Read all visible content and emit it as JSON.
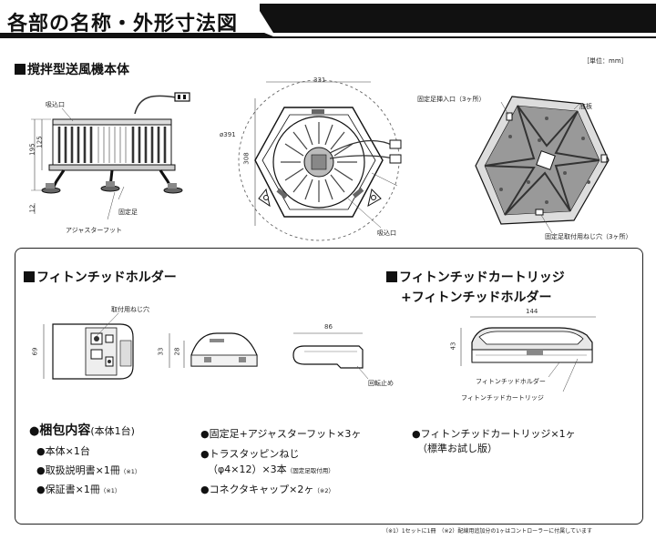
{
  "header": {
    "title": "各部の名称・外形寸法図"
  },
  "unit_note": "［単位：mm］",
  "section1": {
    "title": "撹拌型送風機本体"
  },
  "side_view": {
    "labels": {
      "intake": "吸込口",
      "fixed_leg": "固定足",
      "adjuster_foot": "アジャスターフット"
    },
    "dims": {
      "h195": "195",
      "h125": "125",
      "h12": "12"
    }
  },
  "top_view": {
    "labels": {
      "intake": "吸込口"
    },
    "dims": {
      "w331": "331",
      "h308": "308",
      "dia": "ø391"
    }
  },
  "bottom_view": {
    "labels": {
      "leg_hole": "固定足挿入口（3ヶ所）",
      "base": "底板",
      "screw_hole": "固定足取付用ねじ穴（3ヶ所）"
    }
  },
  "section2": {
    "left_title": "フィトンチッドホルダー",
    "right_title_1": "フィトンチッドカートリッジ",
    "right_title_2": "+フィトンチッドホルダー",
    "holder_front": {
      "label": "取付用ねじ穴",
      "dim": "69"
    },
    "holder_side": {
      "dim_a": "33",
      "dim_b": "28"
    },
    "holder_profile": {
      "dim": "86",
      "label": "回転止め"
    },
    "combo": {
      "dim_w": "144",
      "dim_h": "43",
      "label_holder": "フィトンチッドホルダー",
      "label_cartridge": "フィトンチッドカートリッジ"
    }
  },
  "package": {
    "title": "梱包内容",
    "title_note": "(本体1台)",
    "items": [
      {
        "text": "本体×1台",
        "note": ""
      },
      {
        "text": "取扱説明書×1冊",
        "note": "（※1）"
      },
      {
        "text": "保証書×1冊",
        "note": "（※1）"
      },
      {
        "text": "固定足+アジャスターフット×3ヶ",
        "note": ""
      },
      {
        "text": "トラスタッピンねじ",
        "note": ""
      },
      {
        "text": "（φ4×12）×3本",
        "note": "（固定足取付用）"
      },
      {
        "text": "コネクタキャップ×2ヶ",
        "note": "（※2）"
      },
      {
        "text": "フィトンチッドカートリッジ×1ヶ",
        "note": ""
      },
      {
        "text": "（標準お試し版）",
        "note": ""
      }
    ]
  },
  "footnote": "（※1）1セットに1冊　（※2）配線用追加分の1ヶはコントローラーに付属しています",
  "colors": {
    "ink": "#111111",
    "gray": "#7a7a7a",
    "light": "#d8d8d8"
  }
}
